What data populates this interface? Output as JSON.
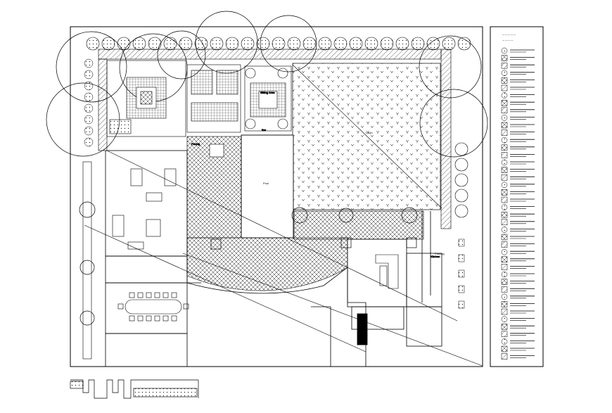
{
  "plan": {
    "labels": {
      "pool": "Pool",
      "lawn": "Lawn",
      "paving": "Paving",
      "driveway": "Parking",
      "sitting_area": "Sitting Area",
      "bar": "Bar",
      "kitchen": "Kitchen"
    }
  },
  "legend": {
    "header_lines": [
      "— — — — —",
      "— — — —"
    ],
    "entry_count": 42
  },
  "colors": {
    "line": "#000000",
    "background": "#ffffff"
  }
}
